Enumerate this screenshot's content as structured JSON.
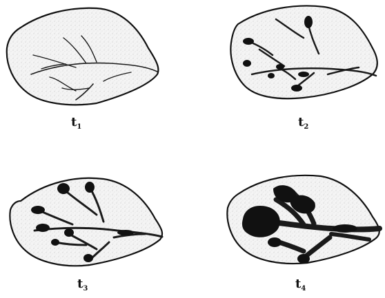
{
  "panels": [
    {
      "label": "t",
      "subscript": "1"
    },
    {
      "label": "t",
      "subscript": "2"
    },
    {
      "label": "t",
      "subscript": "3"
    },
    {
      "label": "t",
      "subscript": "4"
    }
  ],
  "colors": {
    "ink": "#111111",
    "leaf_fill": "#f2f2f2",
    "speckle": "#d4d4d4",
    "background": "#ffffff"
  }
}
